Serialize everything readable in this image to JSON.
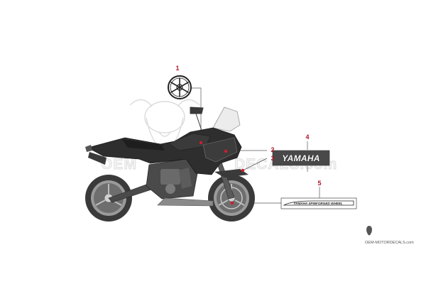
{
  "watermark": {
    "left_text": "OEM",
    "right_text": "DECALS.com"
  },
  "callouts": [
    {
      "number": "1"
    },
    {
      "number": "2"
    },
    {
      "number": "3"
    },
    {
      "number": "4"
    },
    {
      "number": "5"
    }
  ],
  "decal_4": {
    "text": "YAMAHA"
  },
  "decal_5": {
    "text": "YAMAHA SPINFORGED WHEEL"
  },
  "corner_logo": {
    "text": "OEM-MOTORDECALS.com"
  },
  "colors": {
    "callout": "#b0182a",
    "bike_body": "#2e2e2e",
    "line": "#555555"
  }
}
